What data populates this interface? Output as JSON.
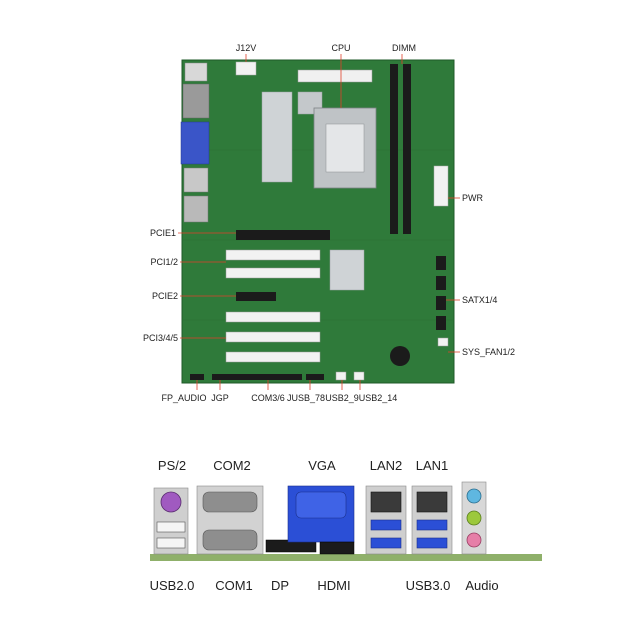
{
  "colors": {
    "board": "#2f7a3a",
    "board_dark": "#1f5a28",
    "leader": "#e0402a",
    "slot": "#f2f2f2",
    "vga_blue": "#2b4fd6"
  },
  "top_labels": {
    "j12v": "J12V",
    "cpu": "CPU",
    "dimm": "DIMM",
    "pwr": "PWR",
    "pcie1": "PCIE1",
    "pci12": "PCI1/2",
    "pcie2": "PCIE2",
    "pci345": "PCI3/4/5",
    "satx": "SATX1/4",
    "sysfan": "SYS_FAN1/2",
    "fp_audio": "FP_AUDIO",
    "jgp": "JGP",
    "com36": "COM3/6",
    "jusb78": "JUSB_78",
    "usb29": "USB2_9",
    "usb214": "USB2_14"
  },
  "io_labels": {
    "ps2": "PS/2",
    "com2": "COM2",
    "vga": "VGA",
    "lan2": "LAN2",
    "lan1": "LAN1",
    "usb20": "USB2.0",
    "com1": "COM1",
    "dp": "DP",
    "hdmi": "HDMI",
    "usb30": "USB3.0",
    "audio": "Audio"
  }
}
